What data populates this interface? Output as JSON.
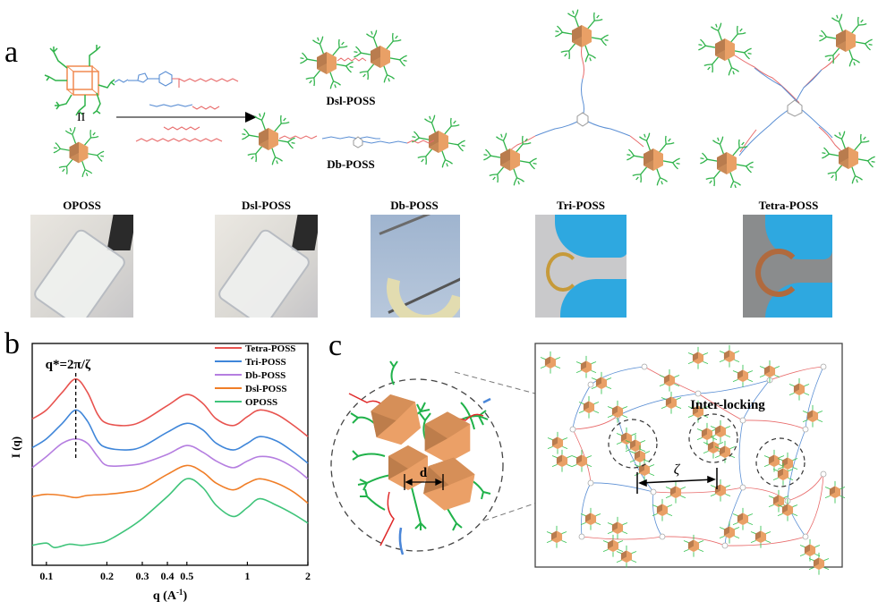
{
  "panel_a": {
    "letter": "a",
    "equivalence_symbol": "II",
    "molecules": [
      {
        "id": "dsl",
        "label": "Dsl-POSS"
      },
      {
        "id": "db",
        "label": "Db-POSS"
      },
      {
        "id": "tri",
        "label": "Tri-POSS"
      },
      {
        "id": "tetra",
        "label": "Tetra-POSS"
      }
    ],
    "photos": [
      {
        "label": "OPOSS",
        "description": "vial with clear liquid"
      },
      {
        "label": "Dsl-POSS",
        "description": "vial with clear liquid"
      },
      {
        "label": "Db-POSS",
        "description": "curved pale gel held by tweezers"
      },
      {
        "label": "Tri-POSS",
        "description": "yellow ring bent between gloved fingers"
      },
      {
        "label": "Tetra-POSS",
        "description": "orange strip bent between gloved fingers"
      }
    ],
    "colors": {
      "cube_light": "#e9a066",
      "cube_dark": "#b97c4e",
      "arm": "#2fb34a",
      "chain_red": "#e86a6a",
      "chain_blue": "#5b8fd4"
    }
  },
  "panel_b": {
    "letter": "b"
  },
  "panel_c": {
    "letter": "c",
    "distance_label": "d",
    "correlation_label": "ζ",
    "interlocking_label": "Inter-locking"
  },
  "chart_data": {
    "type": "line",
    "title": "",
    "xlabel": "q (A⁻¹)",
    "xlabel_main": "q (A",
    "xlabel_sup": "-1",
    "xlabel_close": ")",
    "ylabel": "I (q)",
    "xscale": "log",
    "xlim": [
      0.085,
      2.0
    ],
    "ylim": [
      0,
      10
    ],
    "yticks_shown": false,
    "grid": false,
    "legend_position": "top-right",
    "xticks": [
      {
        "value": 0.1,
        "label": "0.1"
      },
      {
        "value": 0.2,
        "label": "0.2"
      },
      {
        "value": 0.3,
        "label": "0.3"
      },
      {
        "value": 0.4,
        "label": "0.4"
      },
      {
        "value": 0.5,
        "label": "0.5"
      },
      {
        "value": 1,
        "label": "1"
      },
      {
        "value": 2,
        "label": "2"
      }
    ],
    "annotation": {
      "text": "q*=2π/ζ",
      "x": 0.14
    },
    "series": [
      {
        "name": "Tetra-POSS",
        "color": "#e8534f",
        "points": [
          [
            0.085,
            6.6
          ],
          [
            0.1,
            7.0
          ],
          [
            0.12,
            7.8
          ],
          [
            0.14,
            8.4
          ],
          [
            0.16,
            7.8
          ],
          [
            0.18,
            6.8
          ],
          [
            0.2,
            6.4
          ],
          [
            0.25,
            6.3
          ],
          [
            0.3,
            6.5
          ],
          [
            0.4,
            7.2
          ],
          [
            0.5,
            7.7
          ],
          [
            0.6,
            7.3
          ],
          [
            0.7,
            6.6
          ],
          [
            0.85,
            6.3
          ],
          [
            1.0,
            6.7
          ],
          [
            1.15,
            7.0
          ],
          [
            1.4,
            6.8
          ],
          [
            1.7,
            6.3
          ],
          [
            2.0,
            5.8
          ]
        ]
      },
      {
        "name": "Tri-POSS",
        "color": "#3f86d9",
        "points": [
          [
            0.085,
            5.3
          ],
          [
            0.1,
            5.7
          ],
          [
            0.12,
            6.4
          ],
          [
            0.14,
            7.0
          ],
          [
            0.16,
            6.5
          ],
          [
            0.18,
            5.6
          ],
          [
            0.2,
            5.3
          ],
          [
            0.25,
            5.2
          ],
          [
            0.3,
            5.35
          ],
          [
            0.4,
            6.0
          ],
          [
            0.5,
            6.4
          ],
          [
            0.6,
            6.1
          ],
          [
            0.7,
            5.5
          ],
          [
            0.85,
            5.2
          ],
          [
            1.0,
            5.5
          ],
          [
            1.15,
            5.8
          ],
          [
            1.4,
            5.6
          ],
          [
            1.7,
            5.1
          ],
          [
            2.0,
            4.6
          ]
        ]
      },
      {
        "name": "Db-POSS",
        "color": "#b57ee0",
        "points": [
          [
            0.085,
            4.4
          ],
          [
            0.1,
            4.9
          ],
          [
            0.12,
            5.5
          ],
          [
            0.14,
            5.7
          ],
          [
            0.16,
            5.5
          ],
          [
            0.18,
            4.9
          ],
          [
            0.2,
            4.5
          ],
          [
            0.25,
            4.5
          ],
          [
            0.3,
            4.6
          ],
          [
            0.4,
            5.0
          ],
          [
            0.5,
            5.4
          ],
          [
            0.6,
            5.1
          ],
          [
            0.7,
            4.7
          ],
          [
            0.85,
            4.4
          ],
          [
            1.0,
            4.7
          ],
          [
            1.15,
            4.9
          ],
          [
            1.4,
            4.8
          ],
          [
            1.7,
            4.4
          ],
          [
            2.0,
            3.9
          ]
        ]
      },
      {
        "name": "Dsl-POSS",
        "color": "#f07e27",
        "points": [
          [
            0.085,
            3.1
          ],
          [
            0.1,
            3.2
          ],
          [
            0.12,
            3.15
          ],
          [
            0.14,
            3.05
          ],
          [
            0.16,
            3.15
          ],
          [
            0.2,
            3.2
          ],
          [
            0.25,
            3.3
          ],
          [
            0.3,
            3.45
          ],
          [
            0.4,
            4.1
          ],
          [
            0.5,
            4.5
          ],
          [
            0.6,
            4.2
          ],
          [
            0.7,
            3.7
          ],
          [
            0.85,
            3.4
          ],
          [
            1.0,
            3.7
          ],
          [
            1.15,
            3.9
          ],
          [
            1.4,
            3.7
          ],
          [
            1.7,
            3.3
          ],
          [
            2.0,
            2.8
          ]
        ]
      },
      {
        "name": "OPOSS",
        "color": "#3fc47a",
        "points": [
          [
            0.085,
            0.9
          ],
          [
            0.1,
            1.0
          ],
          [
            0.11,
            0.8
          ],
          [
            0.13,
            0.95
          ],
          [
            0.15,
            0.9
          ],
          [
            0.18,
            1.0
          ],
          [
            0.2,
            1.1
          ],
          [
            0.25,
            1.6
          ],
          [
            0.3,
            2.1
          ],
          [
            0.4,
            3.1
          ],
          [
            0.5,
            3.9
          ],
          [
            0.6,
            3.5
          ],
          [
            0.7,
            2.7
          ],
          [
            0.85,
            2.2
          ],
          [
            1.0,
            2.6
          ],
          [
            1.15,
            3.0
          ],
          [
            1.4,
            2.7
          ],
          [
            1.7,
            2.3
          ],
          [
            2.0,
            1.9
          ]
        ]
      }
    ]
  }
}
